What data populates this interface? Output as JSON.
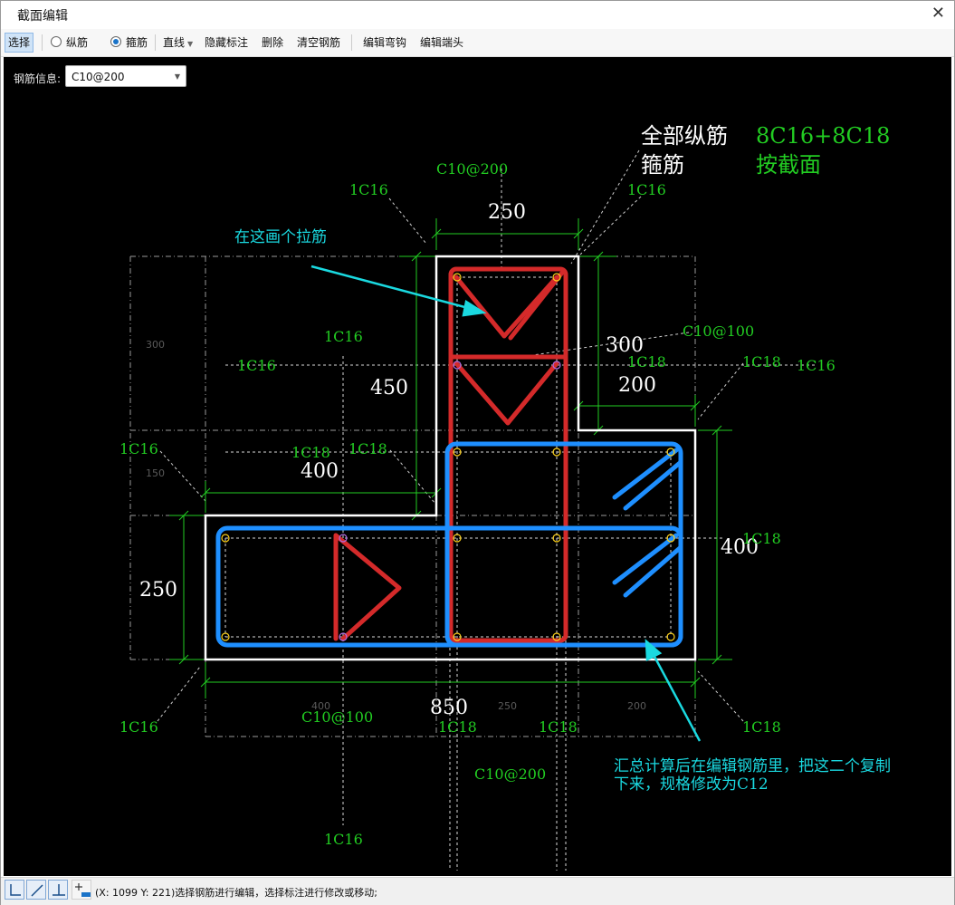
{
  "window": {
    "title": "截面编辑",
    "close_glyph": "✕"
  },
  "toolbar": {
    "select": "选择",
    "longitudinal": "纵筋",
    "stirrup": "箍筋",
    "line": "直线",
    "hide_annotation": "隐藏标注",
    "delete": "删除",
    "clear_rebar": "清空钢筋",
    "edit_hook": "编辑弯钩",
    "edit_end": "编辑端头",
    "active": "select",
    "mode": "stirrup"
  },
  "rebar_info": {
    "label": "钢筋信息:",
    "value": "C10@200"
  },
  "drawing": {
    "summary": {
      "all_long_label": "全部纵筋",
      "all_long_value": "8C16+8C18",
      "stirrup_label": "箍筋",
      "stirrup_value": "按截面"
    },
    "dims": {
      "top_250": "250",
      "d_300": "300",
      "d_200": "200",
      "d_450": "450",
      "d_400": "400",
      "left_250": "250",
      "right_400": "400",
      "bottom_850": "850",
      "small_300": "300",
      "small_150": "150",
      "small_400": "400",
      "small_250": "250",
      "small_200": "200"
    },
    "rebar_labels": {
      "top_c10_200": "C10@200",
      "c16_top_left": "1C16",
      "c16_top_right": "1C16",
      "c10_100_right": "C10@100",
      "c18_mid_right": "1C18",
      "c18_far_right": "1C18",
      "c16_far_right": "1C16",
      "c16_left_mid": "1C16",
      "c16_mid_upper": "1C16",
      "c16_left": "1C16",
      "c18_mid_left_a": "1C18",
      "c18_mid_left_b": "1C18",
      "c18_right_side": "1C18",
      "c16_bottom_left": "1C16",
      "c10_100_bottom": "C10@100",
      "c18_bottom_a": "1C18",
      "c18_bottom_b": "1C18",
      "c18_bottom_right": "1C18",
      "c10_200_bottom": "C10@200",
      "c16_bottom": "1C16"
    },
    "annotations": {
      "tie_hint": "在这画个拉筋",
      "copy_hint_line1": "汇总计算后在编辑钢筋里，把这二个复制",
      "copy_hint_line2": "下来，规格修改为C12"
    },
    "colors": {
      "background": "#000000",
      "outline": "#ffffff",
      "dimension": "#22cc22",
      "red_stirrup": "#d42a2a",
      "blue_stirrup": "#1e8fff",
      "annotation": "#1ad9e0",
      "rebar_dot": "#ffd21a",
      "guide": "#bdbdbd"
    }
  },
  "statusbar": {
    "text": "(X: 1099 Y: 221)选择钢筋进行编辑，选择标注进行修改或移动;"
  }
}
